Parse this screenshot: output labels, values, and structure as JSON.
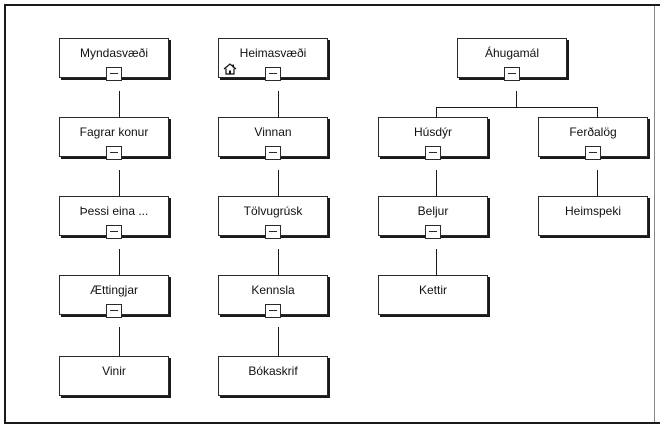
{
  "trees": [
    {
      "id": "myndasvaedi",
      "root": "Myndasvæði",
      "children": [
        "Fagrar konur",
        "Þessi eina ...",
        "Ættingjar",
        "Vinir"
      ]
    },
    {
      "id": "heimasvaedi",
      "root": "Heimasvæði",
      "root_icon": "home-icon",
      "children": [
        "Vinnan",
        "Tölvugrúsk",
        "Kennsla",
        "Bókaskrif"
      ]
    },
    {
      "id": "ahugamal",
      "root": "Áhugamál",
      "children": [
        {
          "label": "Húsdýr",
          "children": [
            "Beljur",
            "Kettir"
          ]
        },
        {
          "label": "Ferðalög",
          "children": [
            "Heimspeki"
          ]
        }
      ]
    }
  ]
}
